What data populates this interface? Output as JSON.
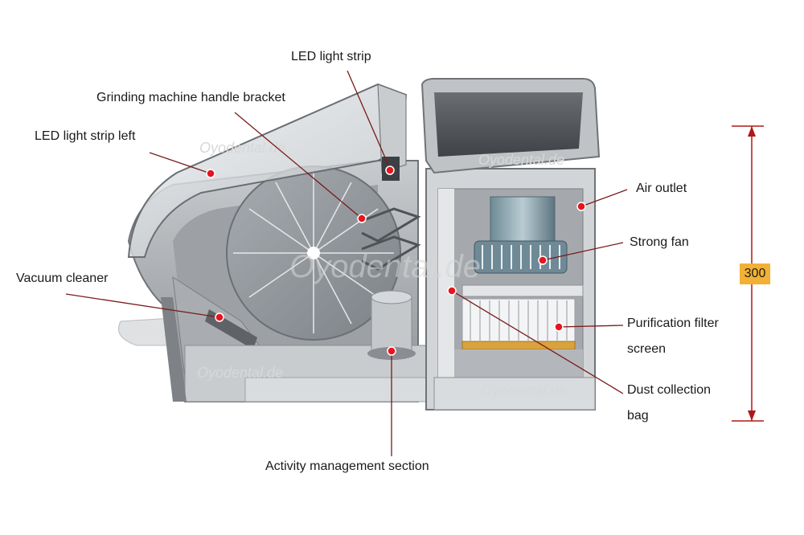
{
  "labels": {
    "led_strip": "LED light strip",
    "handle_bracket": "Grinding machine handle bracket",
    "led_strip_left": "LED light strip left",
    "vacuum_cleaner": "Vacuum cleaner",
    "activity_section": "Activity management section",
    "air_outlet": "Air outlet",
    "strong_fan": "Strong fan",
    "filter_screen": "Purification filter screen",
    "dust_bag": "Dust collection bag"
  },
  "dimension": {
    "value": "300"
  },
  "watermark": {
    "text": "Oyodental.de"
  },
  "colors": {
    "leader_line": "#7a1a1a",
    "callout_dot": "#e8141e",
    "dimension_line": "#b01818",
    "badge": "#f2b134",
    "body_gray": "#9a9ea2",
    "filter_ring": "#d9a23c"
  }
}
